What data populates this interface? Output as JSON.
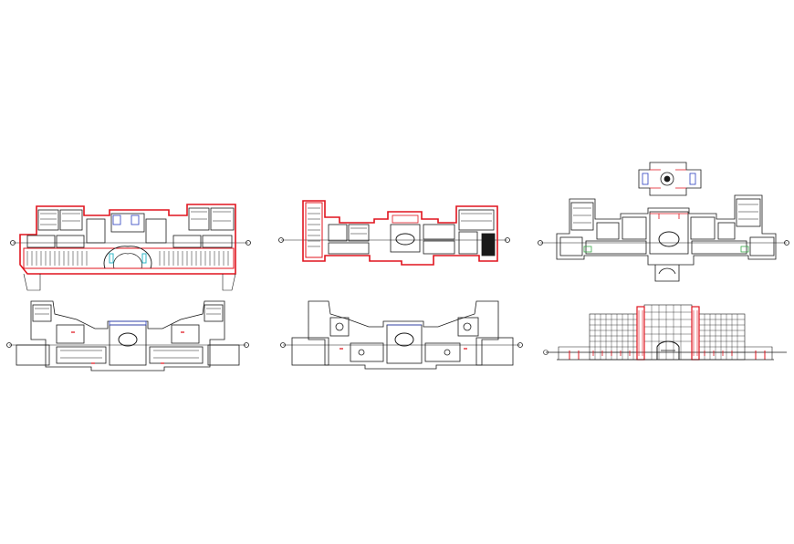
{
  "drawing": {
    "background": "#ffffff",
    "colors": {
      "wall_red": "#e0141e",
      "line_black": "#1a1a1a",
      "accent_blue": "#2b3fbf",
      "accent_green": "#3aa84a",
      "accent_cyan": "#2fb7c7"
    },
    "views": [
      {
        "id": "plan-1",
        "kind": "floor-plan",
        "has_red_outline": true
      },
      {
        "id": "plan-2",
        "kind": "floor-plan",
        "has_red_outline": true
      },
      {
        "id": "plan-3",
        "kind": "floor-plan",
        "has_red_outline": false
      },
      {
        "id": "plan-4",
        "kind": "floor-plan",
        "has_red_outline": false
      },
      {
        "id": "plan-5",
        "kind": "floor-plan",
        "has_red_outline": false
      },
      {
        "id": "elevation-1",
        "kind": "elevation",
        "has_red_outline": false
      }
    ]
  }
}
